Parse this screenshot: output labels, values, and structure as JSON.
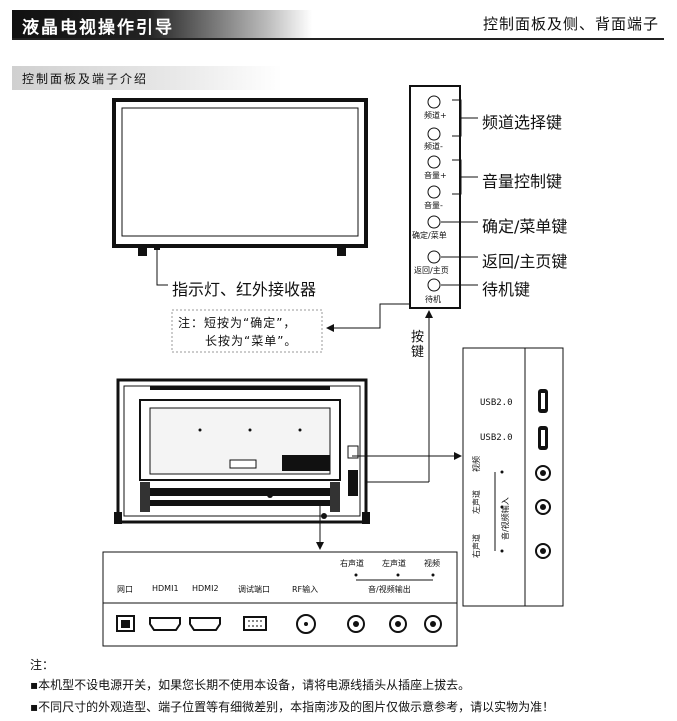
{
  "header": {
    "title": "液晶电视操作引导",
    "right_title": "控制面板及侧、背面端子"
  },
  "section": {
    "title": "控制面板及端子介绍"
  },
  "labels": {
    "indicator": "指示灯、红外接收器",
    "channel_keys": "频道选择键",
    "volume_keys": "音量控制键",
    "confirm_menu": "确定/菜单键",
    "back_home": "返回/主页键",
    "standby": "待机键",
    "keys_vertical": "按键"
  },
  "panel_buttons": [
    "频道+",
    "频道-",
    "音量+",
    "音量-",
    "确定/菜单",
    "返回/主页",
    "待机"
  ],
  "note_box": {
    "line1": "注：短按为“确定”，",
    "line2": "长按为“菜单”。"
  },
  "side_ports": {
    "usb1": "USB2.0",
    "usb2": "USB2.0",
    "video": "视频",
    "left_ch": "左声道",
    "right_ch": "右声道",
    "av_in": "音/视频输入"
  },
  "bottom_ports": {
    "top_labels": [
      "右声道",
      "左声道",
      "视频"
    ],
    "av_out": "音/视频输出",
    "labels": [
      "网口",
      "HDMI1",
      "HDMI2",
      "调试端口",
      "RF输入"
    ]
  },
  "notes": {
    "title": "注：",
    "line1": "▪本机型不设电源开关，如果您长期不使用本设备，请将电源线插头从插座上拔去。",
    "line2": "▪不同尺寸的外观造型、端子位置等有细微差别，本指南涉及的图片仅做示意参考，请以实物为准！"
  }
}
